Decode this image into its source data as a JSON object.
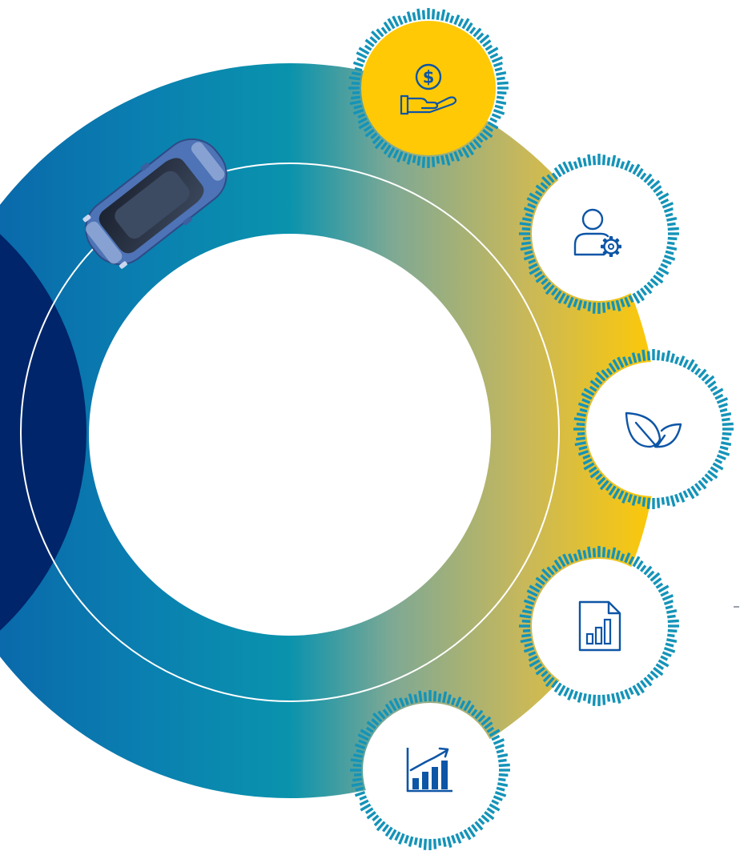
{
  "colors": {
    "ring_gradient": [
      "#0a5ea8",
      "#0a7fb0",
      "#0a93ad",
      "#7fa994",
      "#c8b85a",
      "#ffc905"
    ],
    "dark_navy": "#00256a",
    "tick_blue": "#1493b8",
    "icon_stroke": "#0d55a6",
    "highlight_fill": "#ffc905",
    "node_fill": "#ffffff",
    "inner_line": "#ffffff"
  },
  "car": {
    "icon": "car-top-view",
    "body_color": "#4e73b6"
  },
  "nodes": [
    {
      "id": "finance",
      "icon": "dollar-hand-icon",
      "highlighted": true
    },
    {
      "id": "people",
      "icon": "user-gear-icon",
      "highlighted": false
    },
    {
      "id": "sustainability",
      "icon": "leaf-icon",
      "highlighted": false
    },
    {
      "id": "reporting",
      "icon": "document-chart-icon",
      "highlighted": false
    },
    {
      "id": "growth",
      "icon": "growth-chart-icon",
      "highlighted": false
    }
  ]
}
